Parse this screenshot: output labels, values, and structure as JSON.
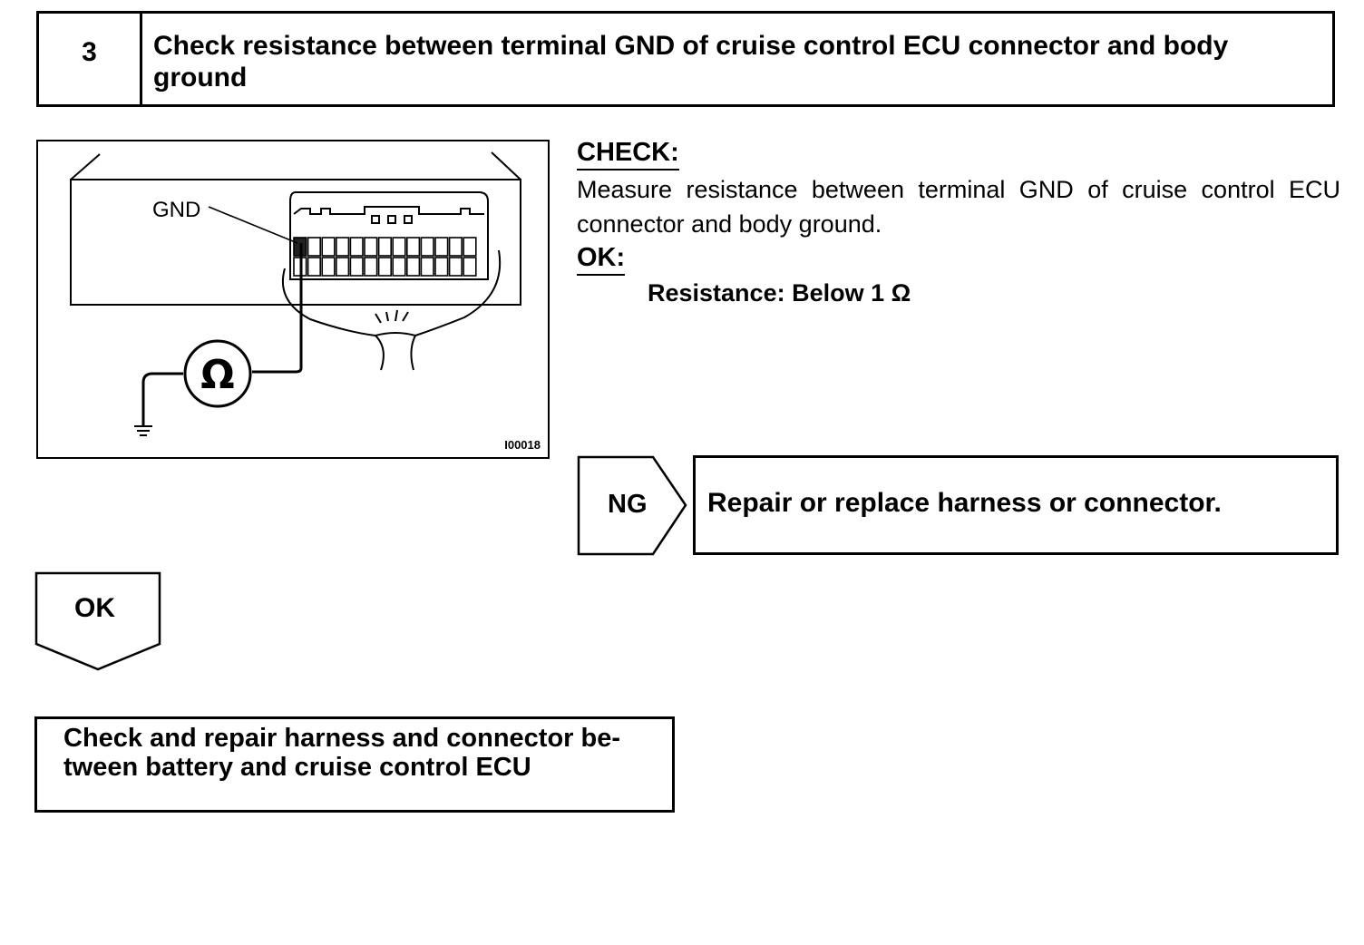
{
  "step": {
    "number": "3",
    "title": "Check resistance between terminal GND of cruise control ECU connector and body ground"
  },
  "figure": {
    "terminal_label": "GND",
    "meter_symbol": "Ω",
    "code": "I00018"
  },
  "check": {
    "label": "CHECK:",
    "text": "Measure resistance between terminal GND of cruise control ECU connector and body ground."
  },
  "ok_spec": {
    "label": "OK:",
    "text": "Resistance: Below 1 Ω"
  },
  "ng_branch": {
    "label": "NG",
    "action": "Repair or replace harness or connector."
  },
  "ok_branch": {
    "label": "OK"
  },
  "next_step": {
    "text": "Check and repair harness and connector be-tween battery and cruise control ECU"
  }
}
